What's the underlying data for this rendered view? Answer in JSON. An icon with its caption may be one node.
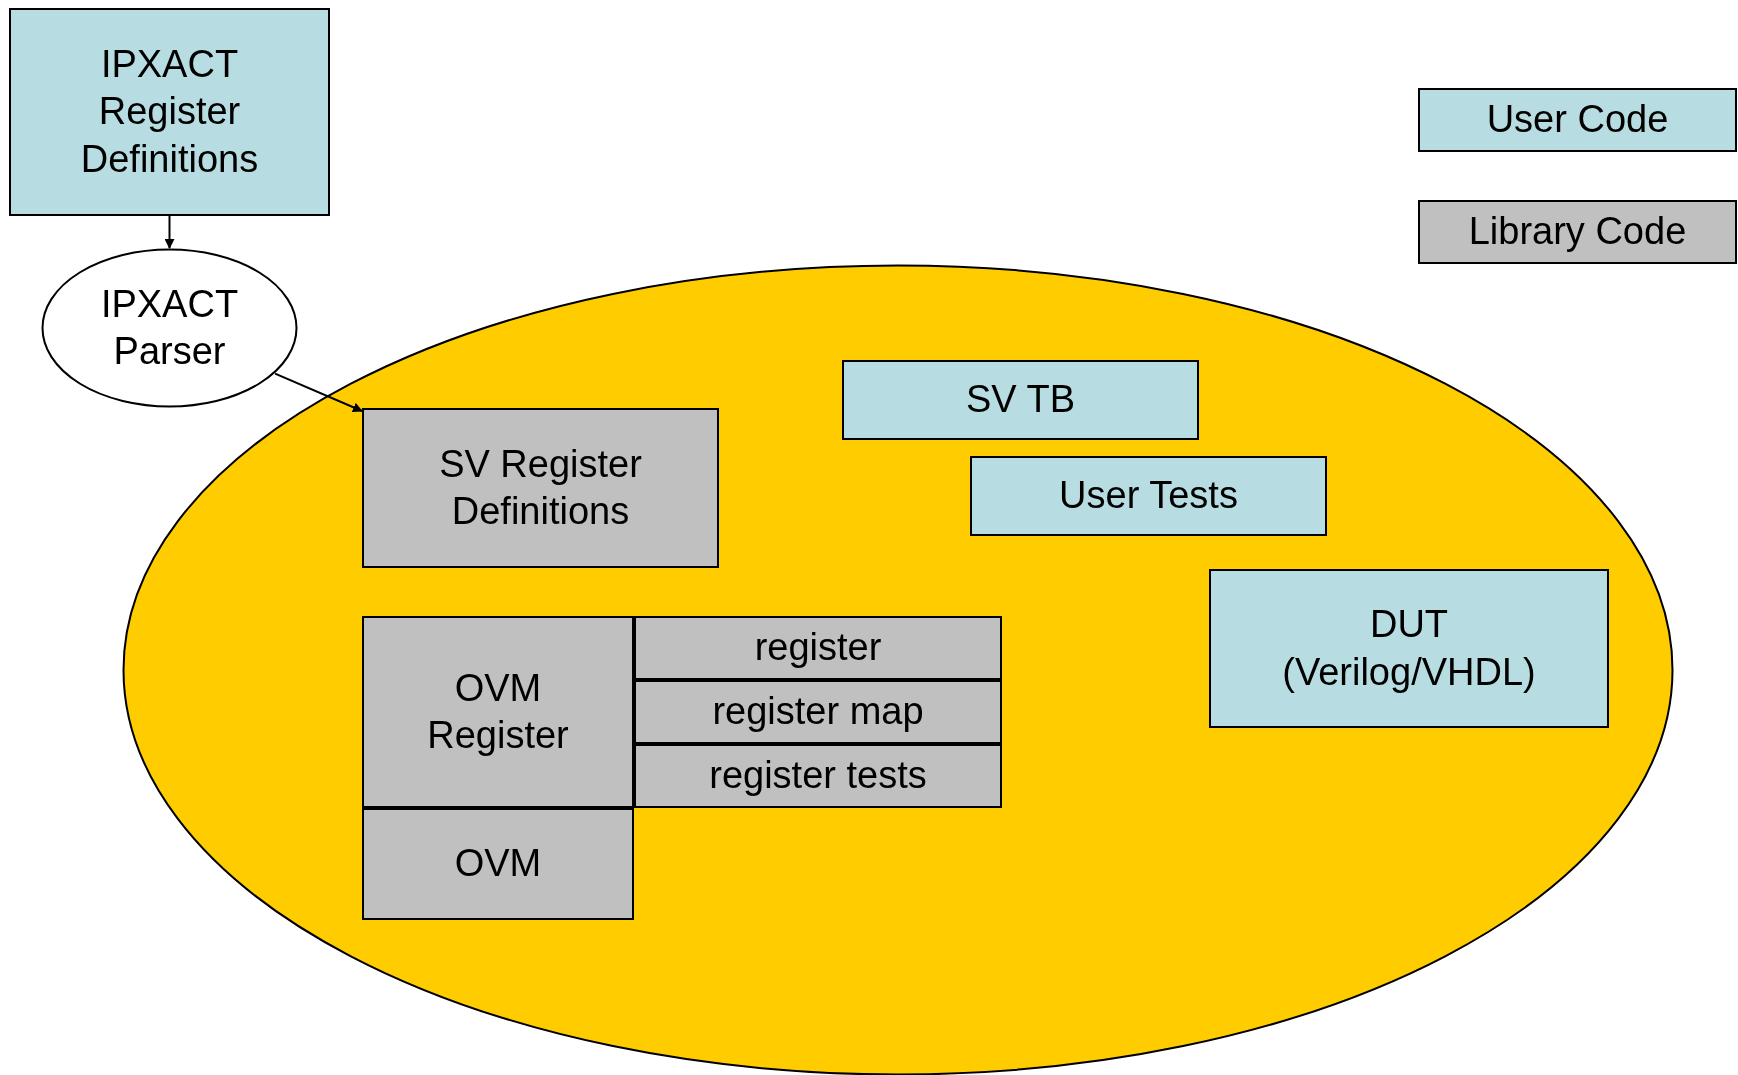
{
  "diagram": {
    "nodes": [
      {
        "text": [
          "IPXACT Register Definitions"
        ]
      },
      {
        "text": [
          "IPXACT Parser"
        ]
      },
      {
        "text": [],
        "shape": "ellipse"
      },
      {
        "text": [
          "SV Register Definitions"
        ],
        "in": 2
      },
      {
        "text": [
          "SV TB"
        ],
        "in": 2
      },
      {
        "text": [
          "User Tests"
        ],
        "in": 2
      },
      {
        "text": [
          "OVM Register"
        ],
        "in": 2
      },
      {
        "text": [
          "register"
        ],
        "in": 2
      },
      {
        "text": [
          "register map"
        ],
        "in": 2
      },
      {
        "text": [
          "register tests"
        ],
        "in": 2
      },
      {
        "text": [
          "OVM"
        ],
        "in": 2
      },
      {
        "text": [
          "DUT (Verilog/VHDL)"
        ],
        "in": 2
      }
    ],
    "edges": [
      {
        "from": 0,
        "to": 1,
        "arrow": "to"
      },
      {
        "from": 1,
        "to": 3,
        "arrow": "to"
      }
    ],
    "legend": [
      {
        "text": "User Code",
        "color": "#b7dde2"
      },
      {
        "text": "Library Code",
        "color": "#c0c0c0"
      }
    ]
  }
}
